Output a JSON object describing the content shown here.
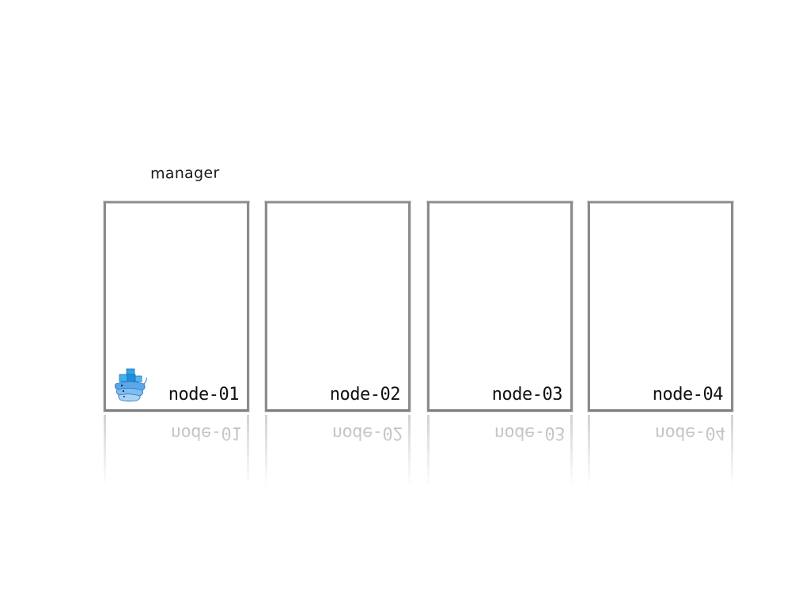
{
  "diagram": {
    "role_label": "manager",
    "nodes": [
      {
        "name": "node-01",
        "has_docker_icon": true
      },
      {
        "name": "node-02",
        "has_docker_icon": false
      },
      {
        "name": "node-03",
        "has_docker_icon": false
      },
      {
        "name": "node-04",
        "has_docker_icon": false
      }
    ],
    "icon": "docker-whale-icon",
    "colors": {
      "border": "#8c8c8e",
      "whale_blue": "#3a8fe0",
      "container_blue": "#2a9be8"
    }
  }
}
